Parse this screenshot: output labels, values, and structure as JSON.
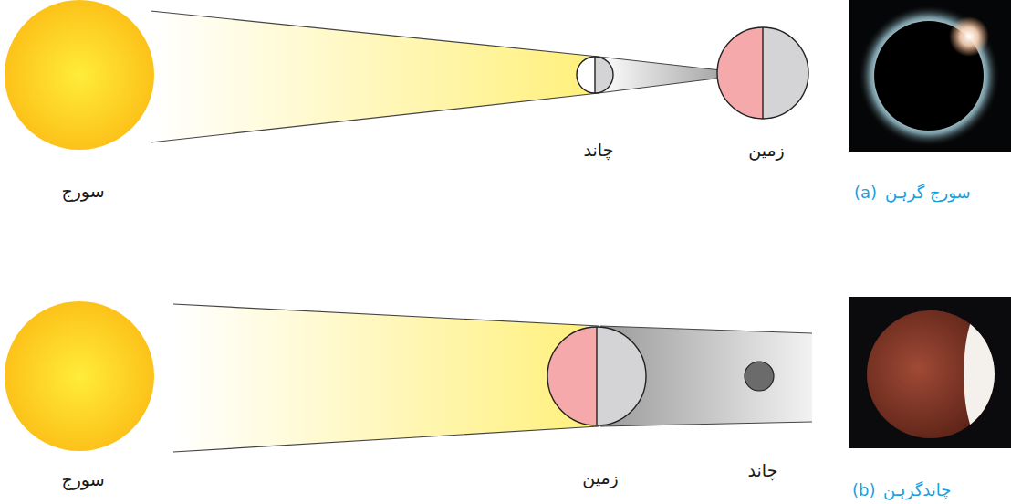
{
  "diagram": {
    "nodes": [
      {
        "text": [
          "سورج"
        ]
      },
      {
        "text": [
          "چاند"
        ]
      },
      {
        "text": [
          "زمین"
        ]
      },
      {
        "text": [
          "سورج"
        ]
      },
      {
        "text": [
          "زمین"
        ]
      },
      {
        "text": [
          "چاند"
        ]
      }
    ],
    "labels": [
      "(a)",
      "سورج گرہن",
      "(b)",
      "چاندگرہن"
    ]
  }
}
